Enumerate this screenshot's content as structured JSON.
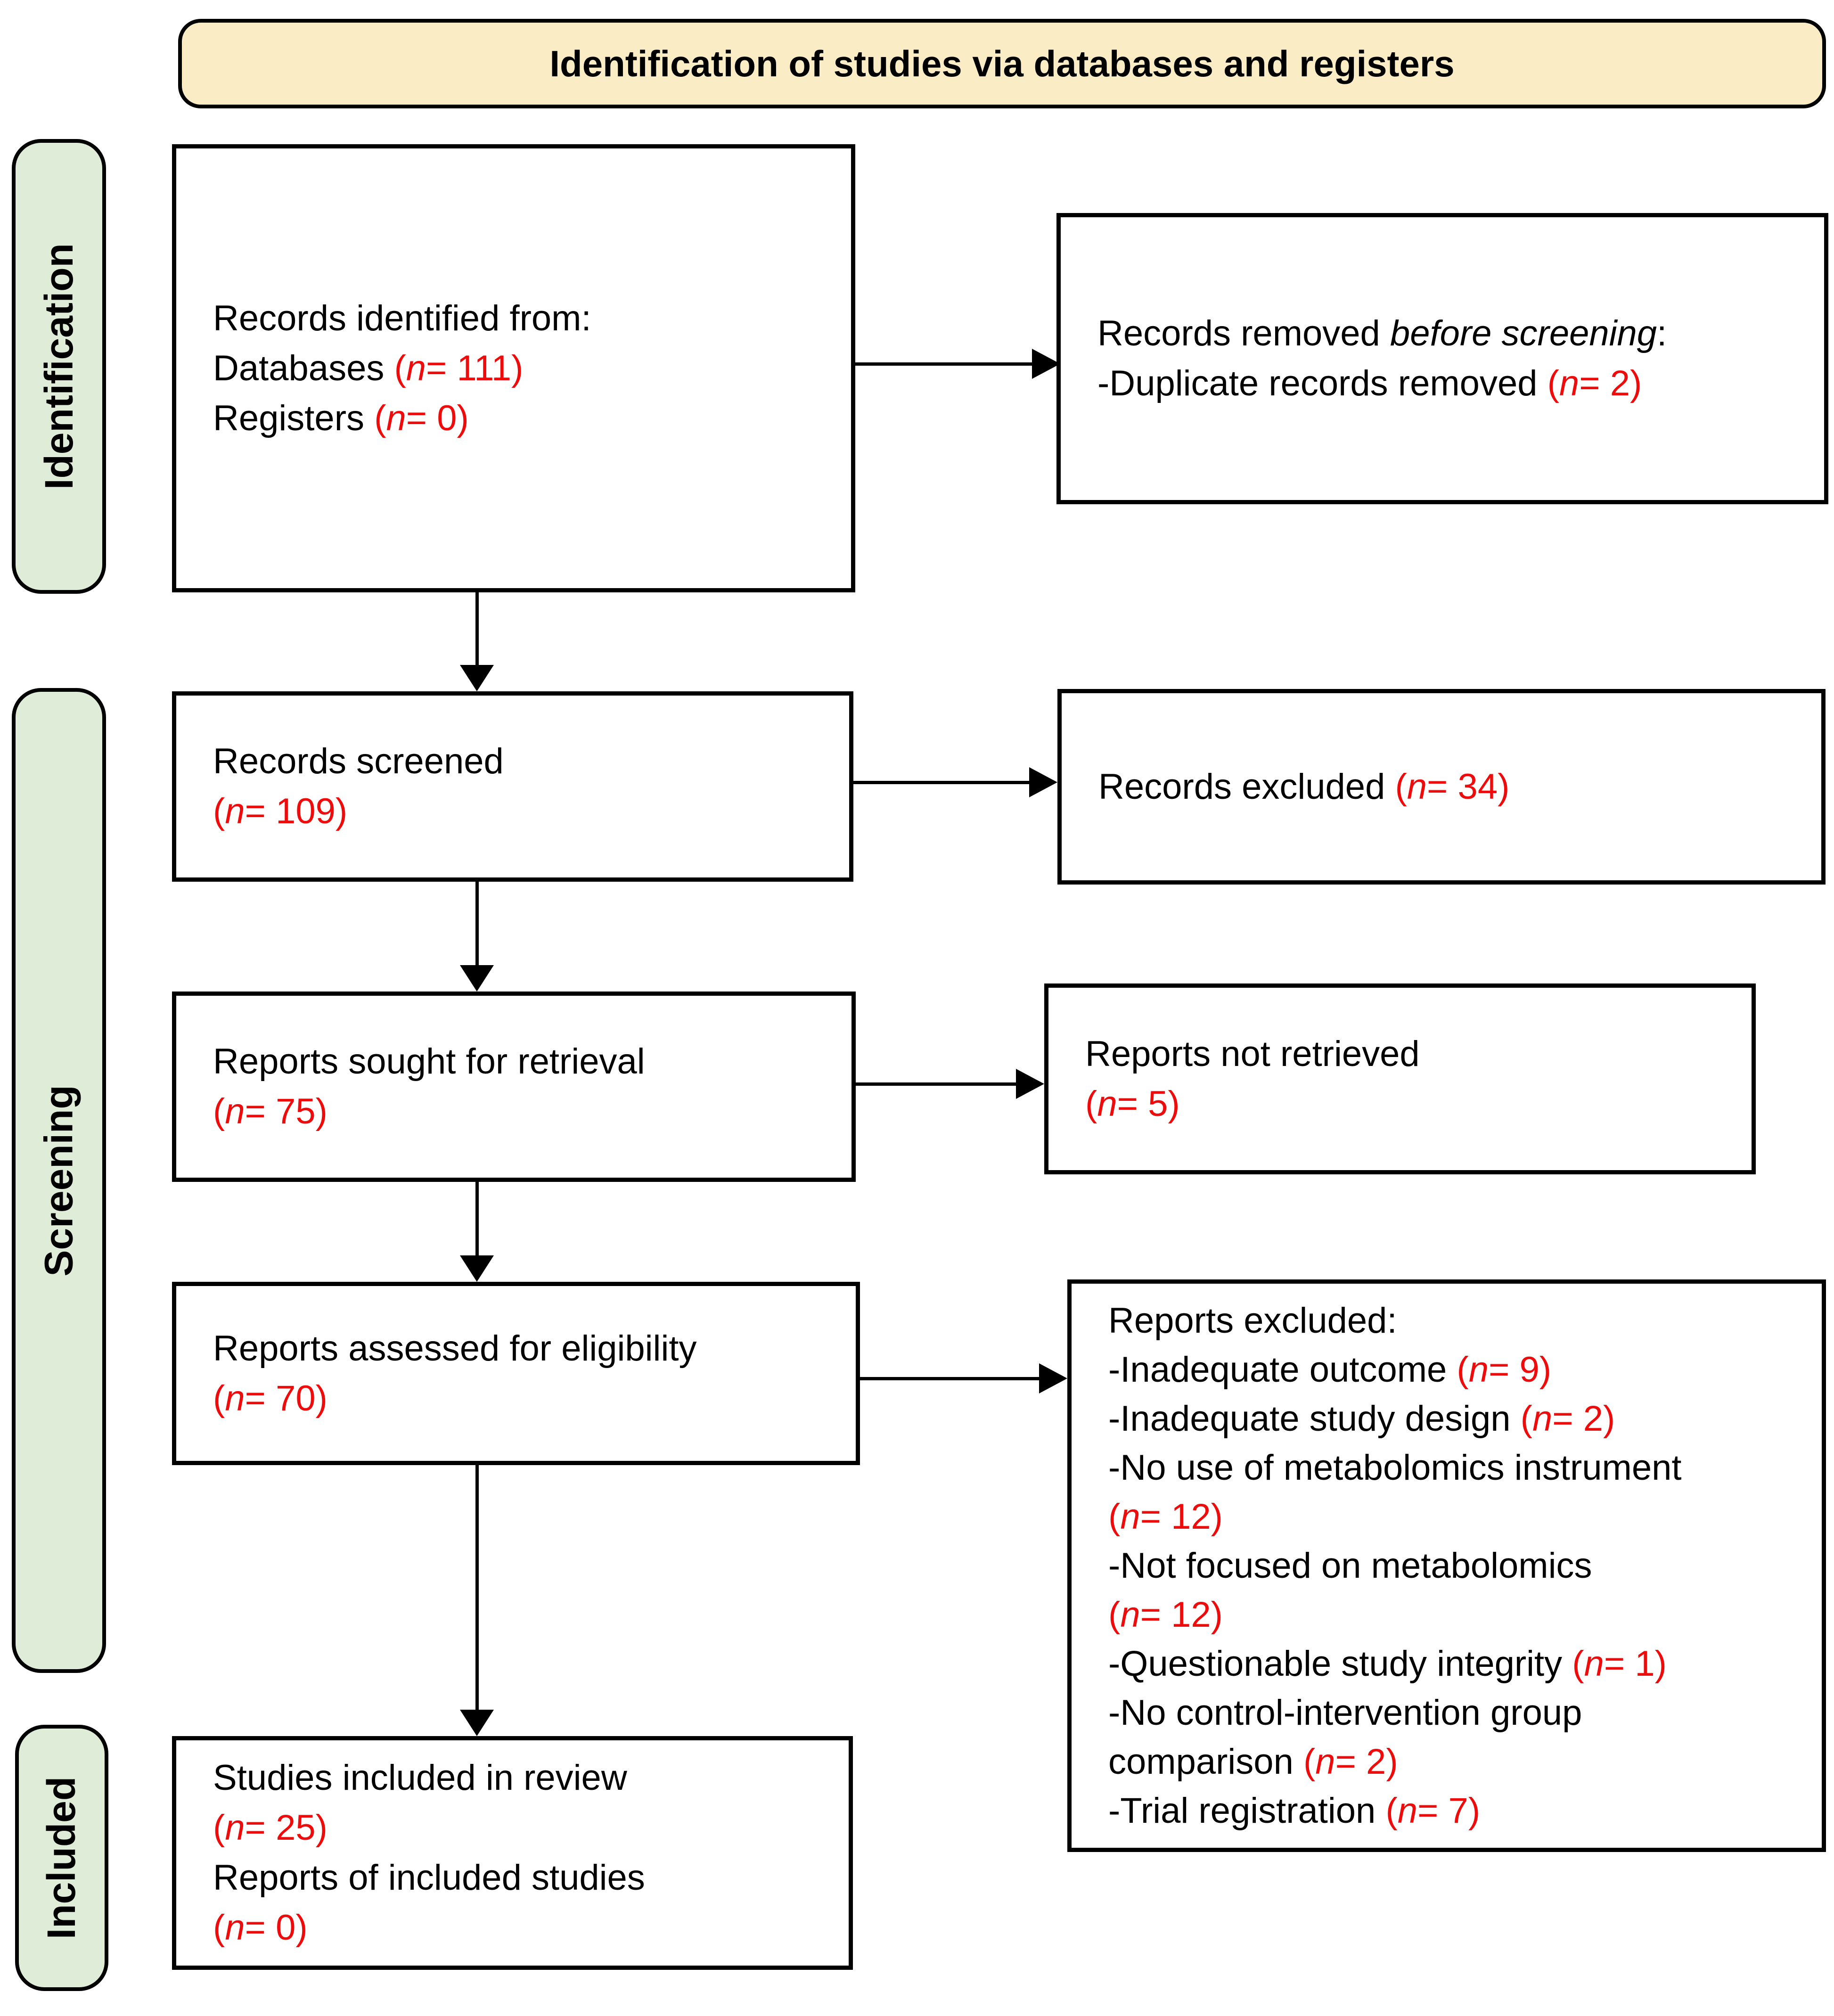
{
  "banner": {
    "title": "Identification of studies via databases and registers"
  },
  "stages": {
    "identification": {
      "label": "Identification"
    },
    "screening": {
      "label": "Screening"
    },
    "included": {
      "label": "Included"
    }
  },
  "colors": {
    "banner_bg": "#FAEDC5",
    "stage_bg": "#DFEDD8",
    "accent_red": "#EE0B0B",
    "text_black": "#000000",
    "border_black": "#000000"
  },
  "counts": {
    "databases": 111,
    "registers": 0,
    "duplicates_removed": 2,
    "records_screened": 109,
    "records_excluded": 34,
    "reports_sought": 75,
    "reports_not_retrieved": 5,
    "reports_assessed": 70,
    "excluded_inadequate_outcome": 9,
    "excluded_inadequate_study_design": 2,
    "excluded_no_metabolomics_instrument": 12,
    "excluded_not_focused_on_metabolomics": 12,
    "excluded_questionable_integrity": 1,
    "excluded_no_control_intervention_comparison": 2,
    "excluded_trial_registration": 7,
    "studies_included": 25,
    "reports_of_included_studies": 0
  },
  "boxes": {
    "records_identified": {
      "lines": [
        [
          {
            "text": "Records identified from:",
            "style": "k"
          }
        ],
        [
          {
            "text": "Databases ",
            "style": "k"
          },
          {
            "text": "(",
            "style": "r"
          },
          {
            "text": "n",
            "style": "ri"
          },
          {
            "text": "= 111)",
            "style": "r"
          }
        ],
        [
          {
            "text": "Registers ",
            "style": "k"
          },
          {
            "text": "(",
            "style": "r"
          },
          {
            "text": "n",
            "style": "ri"
          },
          {
            "text": "= 0)",
            "style": "r"
          }
        ]
      ]
    },
    "records_removed": {
      "lines": [
        [
          {
            "text": "Records removed ",
            "style": "k"
          },
          {
            "text": "before screening",
            "style": "ki"
          },
          {
            "text": ":",
            "style": "k"
          }
        ],
        [
          {
            "text": "-Duplicate records removed ",
            "style": "k"
          },
          {
            "text": "(",
            "style": "r"
          },
          {
            "text": "n",
            "style": "ri"
          },
          {
            "text": "= 2)",
            "style": "r"
          }
        ]
      ]
    },
    "records_screened": {
      "lines": [
        [
          {
            "text": "Records screened",
            "style": "k"
          }
        ],
        [
          {
            "text": "(",
            "style": "r"
          },
          {
            "text": "n",
            "style": "ri"
          },
          {
            "text": "= 109)",
            "style": "r"
          }
        ]
      ]
    },
    "records_excluded": {
      "lines": [
        [
          {
            "text": "Records excluded ",
            "style": "k"
          },
          {
            "text": "(",
            "style": "r"
          },
          {
            "text": "n",
            "style": "ri"
          },
          {
            "text": "= 34)",
            "style": "r"
          }
        ]
      ]
    },
    "reports_sought": {
      "lines": [
        [
          {
            "text": "Reports sought for retrieval",
            "style": "k"
          }
        ],
        [
          {
            "text": "(",
            "style": "r"
          },
          {
            "text": "n",
            "style": "ri"
          },
          {
            "text": "= 75)",
            "style": "r"
          }
        ]
      ]
    },
    "reports_not_retrieved": {
      "lines": [
        [
          {
            "text": "Reports not retrieved",
            "style": "k"
          }
        ],
        [
          {
            "text": "(",
            "style": "r"
          },
          {
            "text": "n",
            "style": "ri"
          },
          {
            "text": "= 5)",
            "style": "r"
          }
        ]
      ]
    },
    "reports_assessed": {
      "lines": [
        [
          {
            "text": "Reports assessed for eligibility",
            "style": "k"
          }
        ],
        [
          {
            "text": "(",
            "style": "r"
          },
          {
            "text": "n",
            "style": "ri"
          },
          {
            "text": "= 70)",
            "style": "r"
          }
        ]
      ]
    },
    "reports_excluded": {
      "lines": [
        [
          {
            "text": "Reports excluded:",
            "style": "k"
          }
        ],
        [
          {
            "text": "-Inadequate outcome ",
            "style": "k"
          },
          {
            "text": "(",
            "style": "r"
          },
          {
            "text": "n",
            "style": "ri"
          },
          {
            "text": "= 9)",
            "style": "r"
          }
        ],
        [
          {
            "text": "-Inadequate study design ",
            "style": "k"
          },
          {
            "text": "(",
            "style": "r"
          },
          {
            "text": "n",
            "style": "ri"
          },
          {
            "text": "= 2)",
            "style": "r"
          }
        ],
        [
          {
            "text": "-No use of metabolomics instrument",
            "style": "k"
          }
        ],
        [
          {
            "text": "(",
            "style": "r"
          },
          {
            "text": "n",
            "style": "ri"
          },
          {
            "text": "= 12)",
            "style": "r"
          }
        ],
        [
          {
            "text": "-Not focused on metabolomics",
            "style": "k"
          }
        ],
        [
          {
            "text": "(",
            "style": "r"
          },
          {
            "text": "n",
            "style": "ri"
          },
          {
            "text": "= 12)",
            "style": "r"
          }
        ],
        [
          {
            "text": "-Questionable study integrity ",
            "style": "k"
          },
          {
            "text": "(",
            "style": "r"
          },
          {
            "text": "n",
            "style": "ri"
          },
          {
            "text": "= 1)",
            "style": "r"
          }
        ],
        [
          {
            "text": "-No control-intervention group",
            "style": "k"
          }
        ],
        [
          {
            "text": "comparison ",
            "style": "k"
          },
          {
            "text": "(",
            "style": "r"
          },
          {
            "text": "n",
            "style": "ri"
          },
          {
            "text": "= 2)",
            "style": "r"
          }
        ],
        [
          {
            "text": "-Trial registration ",
            "style": "k"
          },
          {
            "text": "(",
            "style": "r"
          },
          {
            "text": "n",
            "style": "ri"
          },
          {
            "text": "= 7)",
            "style": "r"
          }
        ]
      ]
    },
    "studies_included": {
      "lines": [
        [
          {
            "text": "Studies included in review",
            "style": "k"
          }
        ],
        [
          {
            "text": "(",
            "style": "r"
          },
          {
            "text": "n",
            "style": "ri"
          },
          {
            "text": "= 25)",
            "style": "r"
          }
        ],
        [
          {
            "text": "Reports of included studies",
            "style": "k"
          }
        ],
        [
          {
            "text": "(",
            "style": "r"
          },
          {
            "text": "n",
            "style": "ri"
          },
          {
            "text": "= 0)",
            "style": "r"
          }
        ]
      ]
    }
  }
}
